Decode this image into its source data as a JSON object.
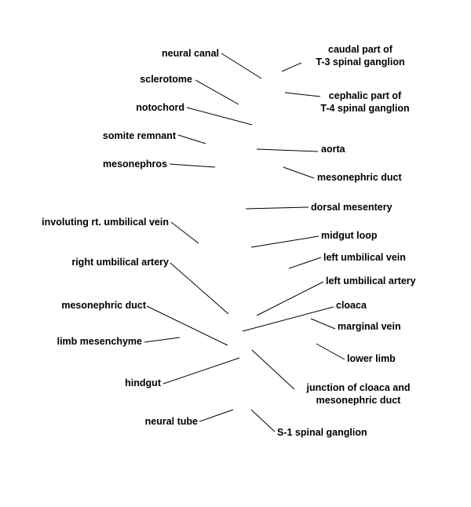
{
  "labels": {
    "neural_canal": "neural canal",
    "sclerotome": "sclerotome",
    "notochord": "notochord",
    "somite_remnant": "somite remnant",
    "mesonephros": "mesonephros",
    "involuting_rt_umbilical_vein": "involuting rt. umbilical vein",
    "right_umbilical_artery": "right umbilical artery",
    "mesonephric_duct_left": "mesonephric duct",
    "limb_mesenchyme": "limb mesenchyme",
    "hindgut": "hindgut",
    "neural_tube": "neural tube",
    "caudal_t3_line1": "caudal part of",
    "caudal_t3_line2": "T-3 spinal ganglion",
    "cephalic_t4_line1": "cephalic part of",
    "cephalic_t4_line2": "T-4 spinal ganglion",
    "aorta": "aorta",
    "mesonephric_duct_right": "mesonephric duct",
    "dorsal_mesentery": "dorsal mesentery",
    "midgut_loop": "midgut loop",
    "left_umbilical_vein": "left umbilical vein",
    "left_umbilical_artery": "left umbilical artery",
    "cloaca": "cloaca",
    "marginal_vein": "marginal vein",
    "lower_limb": "lower limb",
    "junction_line1": "junction of cloaca and",
    "junction_line2": "mesonephric duct",
    "s1_spinal_ganglion": "S-1 spinal ganglion"
  },
  "colors": {
    "text": "#000000",
    "leader_lines": "#000000",
    "background": "#ffffff"
  }
}
